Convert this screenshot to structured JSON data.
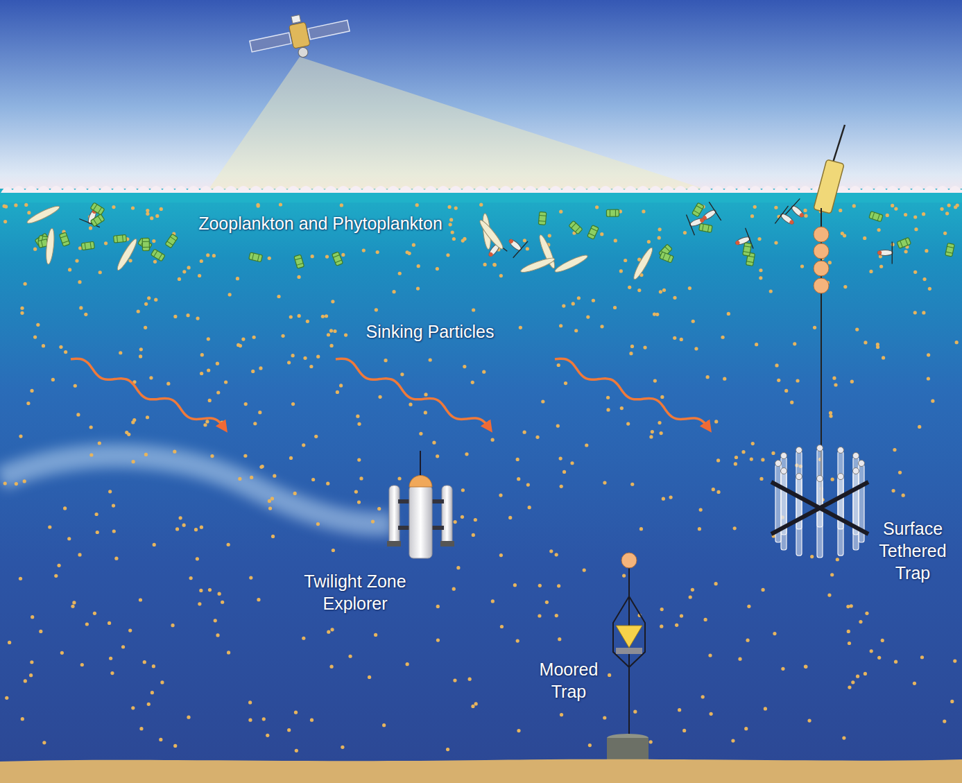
{
  "diagram": {
    "labels": [
      "Zooplankton and Phytoplankton",
      "Sinking Particles",
      "Twilight Zone Explorer",
      "Moored Trap",
      "Surface Tethered Trap"
    ]
  }
}
